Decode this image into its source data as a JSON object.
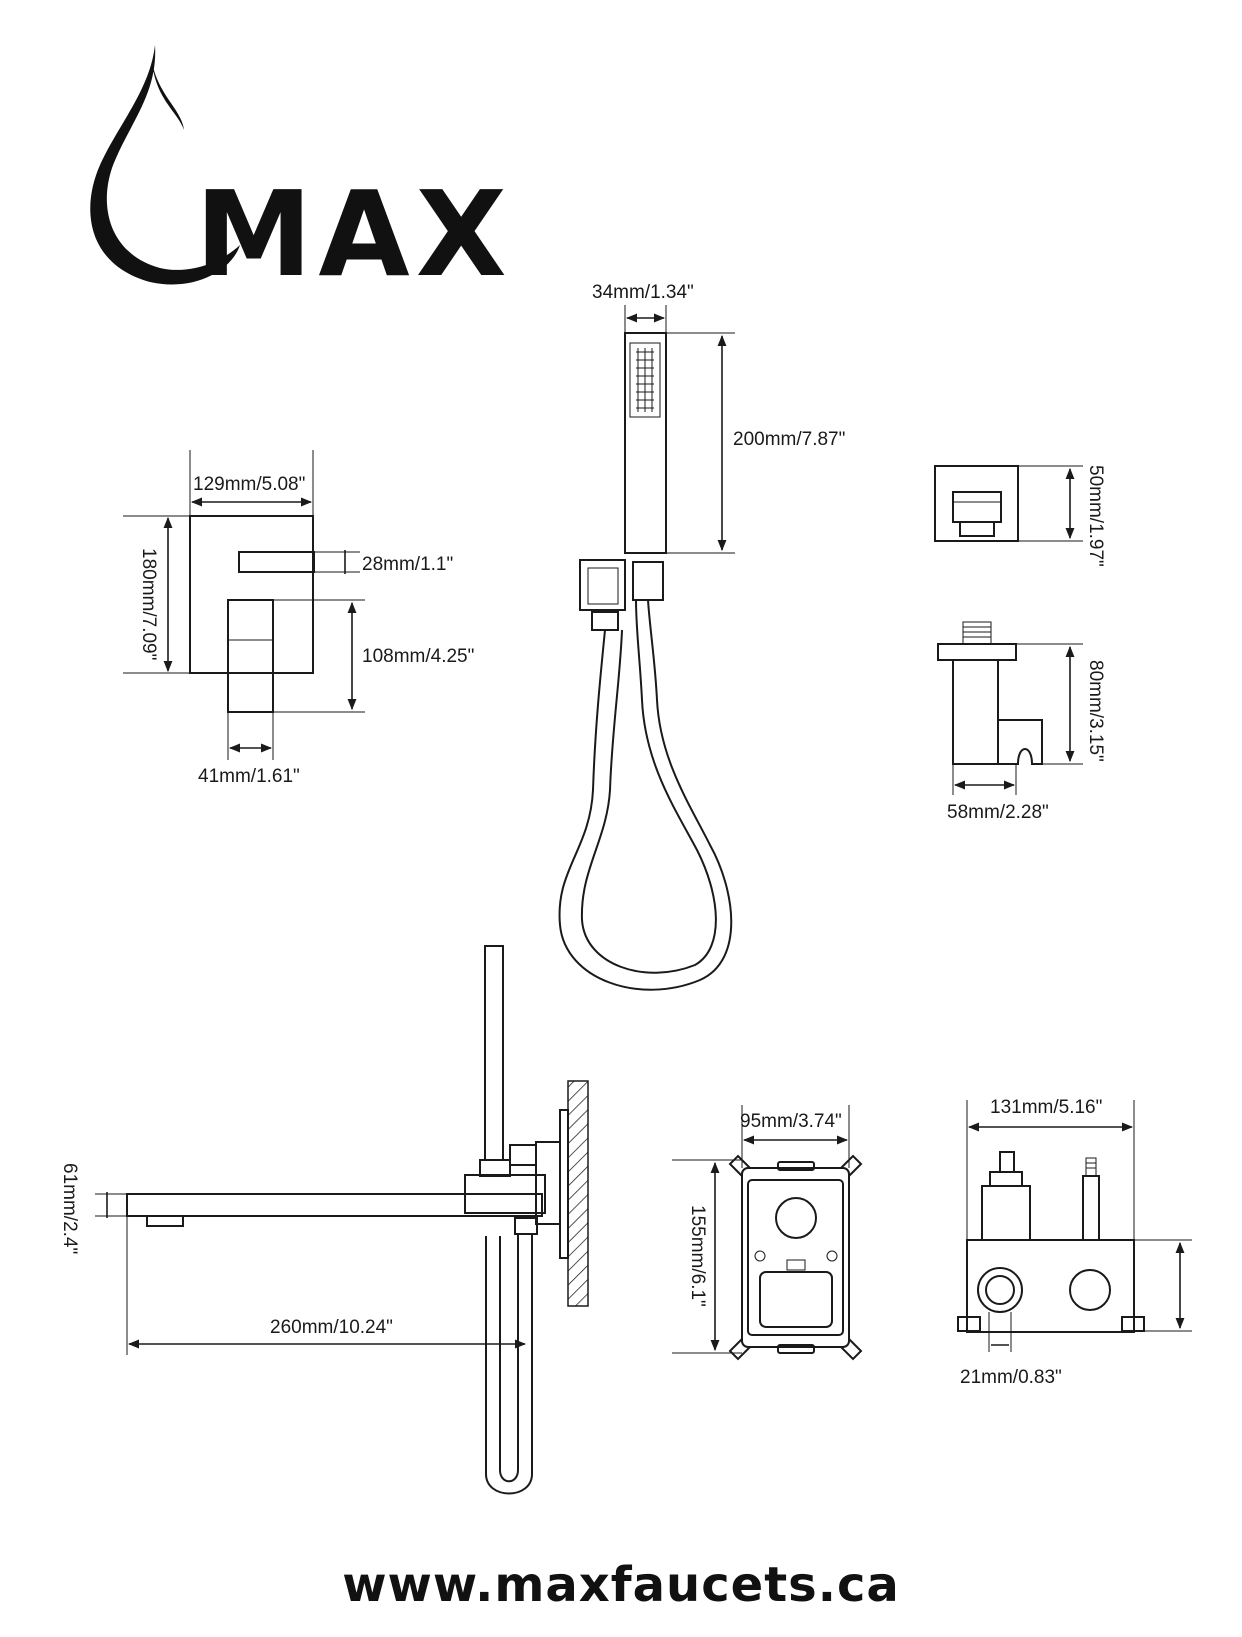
{
  "brand": {
    "logo_text": "MAX"
  },
  "website": "www.maxfaucets.ca",
  "dimensions": {
    "handshower_width": "34mm/1.34\"",
    "handshower_length": "200mm/7.87\"",
    "trim_width": "129mm/5.08\"",
    "trim_height": "180mm/7.09\"",
    "lever_thickness": "28mm/1.1\"",
    "lever_length": "108mm/4.25\"",
    "lever_width": "41mm/1.61\"",
    "outlet_height": "50mm/1.97\"",
    "holder_height": "80mm/3.15\"",
    "holder_width": "58mm/2.28\"",
    "spout_height": "61mm/2.4\"",
    "spout_length": "260mm/10.24\"",
    "valve_box_width": "95mm/3.74\"",
    "valve_box_height": "155mm/6.1\"",
    "valve_side_width": "131mm/5.16\"",
    "valve_inlet": "21mm/0.83\""
  }
}
